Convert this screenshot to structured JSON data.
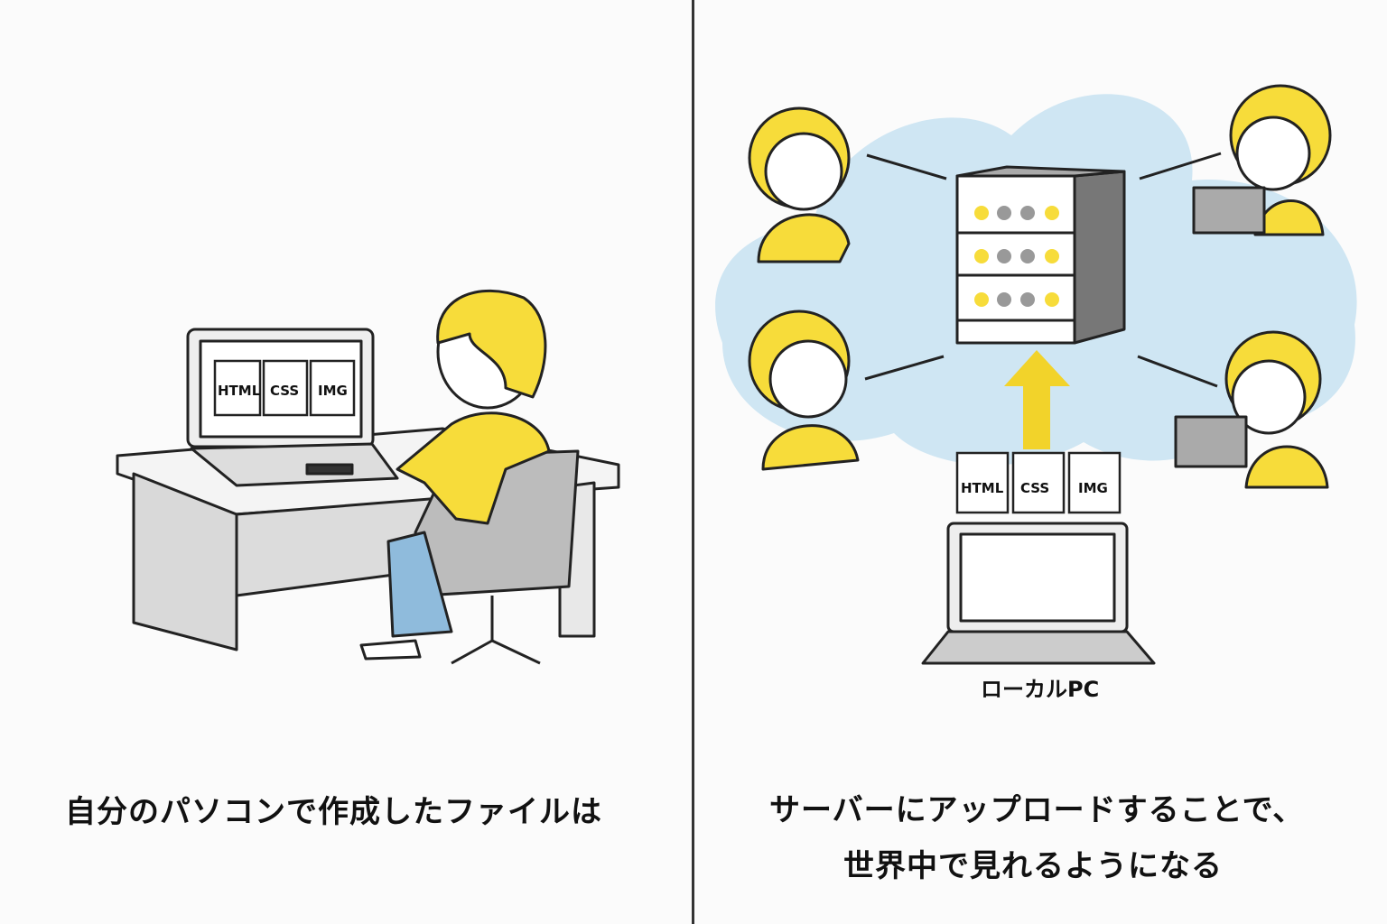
{
  "left_panel": {
    "caption": "自分のパソコンで作成したファイルは",
    "file_icons": [
      "HTML",
      "CSS",
      "IMG"
    ]
  },
  "right_panel": {
    "caption_line1": "サーバーにアップロードすることで、",
    "caption_line2": "世界中で見れるようになる",
    "file_icons": [
      "HTML",
      "CSS",
      "IMG"
    ],
    "local_pc_label": "ローカルPC"
  },
  "colors": {
    "accent_yellow": "#f7dc3a",
    "cloud_blue": "#cfe6f3",
    "outline": "#222222",
    "jeans": "#8fbbdc"
  }
}
